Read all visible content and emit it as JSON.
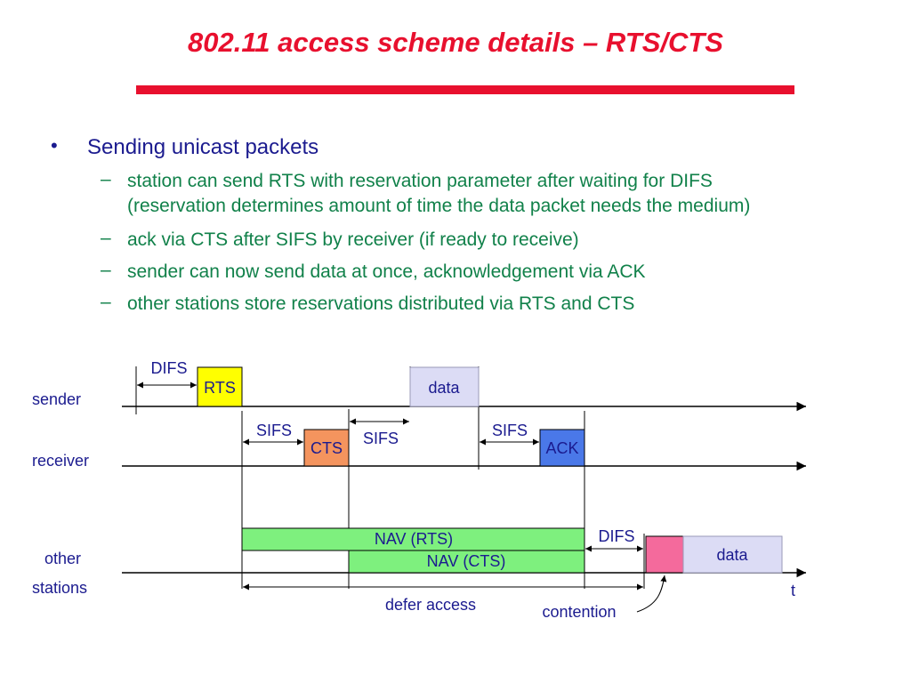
{
  "title": "802.11 access scheme details – RTS/CTS",
  "bullet": {
    "text": "Sending unicast packets",
    "items": [
      "station can send RTS with reservation parameter after waiting for DIFS",
      "(reservation determines amount of time the data packet needs the medium)",
      "ack via CTS after SIFS by receiver (if ready to receive)",
      "sender can now send data at once, acknowledgement via ACK",
      "other stations store reservations distributed via RTS and CTS"
    ]
  },
  "diagram": {
    "rows": {
      "sender": "sender",
      "receiver": "receiver",
      "other_line1": "other",
      "other_line2": "stations"
    },
    "frames": {
      "rts": "RTS",
      "data": "data",
      "cts": "CTS",
      "ack": "ACK",
      "nav_rts": "NAV (RTS)",
      "nav_cts": "NAV (CTS)",
      "data2": "data"
    },
    "intervals": {
      "difs1": "DIFS",
      "sifs1": "SIFS",
      "sifs2": "SIFS",
      "sifs3": "SIFS",
      "difs2": "DIFS"
    },
    "labels": {
      "defer": "defer access",
      "contention": "contention",
      "time": "t"
    },
    "colors": {
      "rts": "#ffff00",
      "data": "#dcdcf5",
      "cts": "#f4945e",
      "ack": "#4a78e8",
      "nav": "#7ef07e",
      "contention": "#f46a9c"
    }
  }
}
